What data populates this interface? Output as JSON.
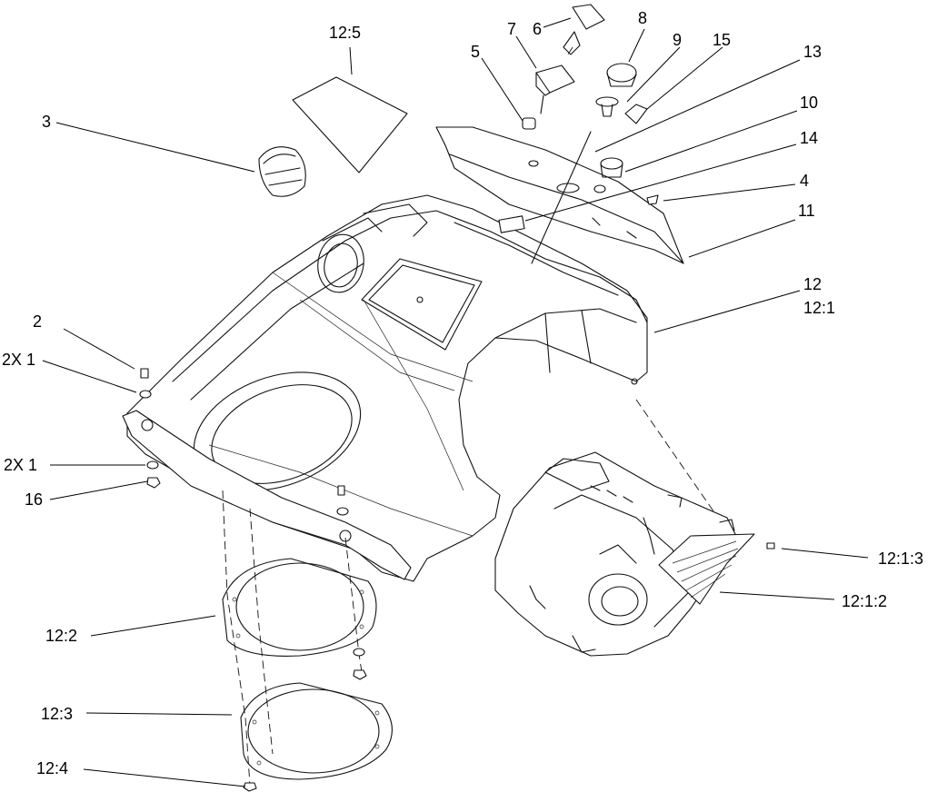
{
  "diagram": {
    "callouts": [
      {
        "id": "c-12-5",
        "text": "12:5"
      },
      {
        "id": "c-6",
        "text": "6"
      },
      {
        "id": "c-7",
        "text": "7"
      },
      {
        "id": "c-8",
        "text": "8"
      },
      {
        "id": "c-9",
        "text": "9"
      },
      {
        "id": "c-15",
        "text": "15"
      },
      {
        "id": "c-13",
        "text": "13"
      },
      {
        "id": "c-5",
        "text": "5"
      },
      {
        "id": "c-10",
        "text": "10"
      },
      {
        "id": "c-14",
        "text": "14"
      },
      {
        "id": "c-3",
        "text": "3"
      },
      {
        "id": "c-4",
        "text": "4"
      },
      {
        "id": "c-11",
        "text": "11"
      },
      {
        "id": "c-12",
        "text": "12"
      },
      {
        "id": "c-12-1",
        "text": "12:1"
      },
      {
        "id": "c-2",
        "text": "2"
      },
      {
        "id": "c-2x1-a",
        "text": "2X 1"
      },
      {
        "id": "c-2x1-b",
        "text": "2X 1"
      },
      {
        "id": "c-16",
        "text": "16"
      },
      {
        "id": "c-12-1-3",
        "text": "12:1:3"
      },
      {
        "id": "c-12-1-2",
        "text": "12:1:2"
      },
      {
        "id": "c-12-2",
        "text": "12:2"
      },
      {
        "id": "c-12-3",
        "text": "12:3"
      },
      {
        "id": "c-12-4",
        "text": "12:4"
      }
    ]
  }
}
